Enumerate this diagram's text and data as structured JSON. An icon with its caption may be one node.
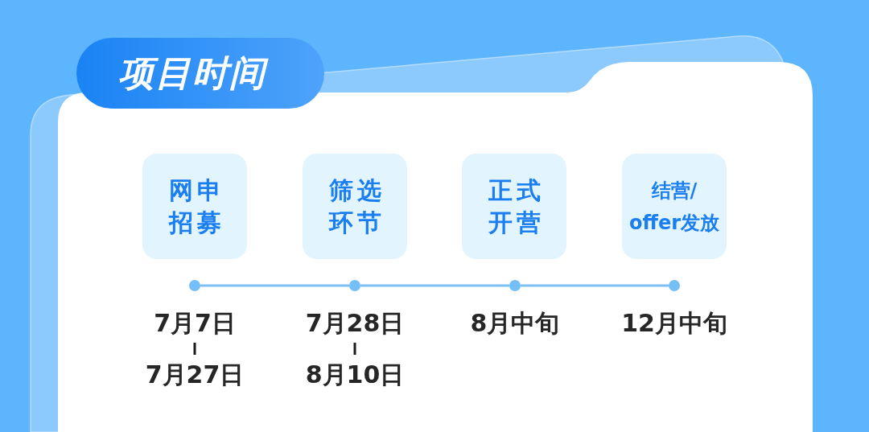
{
  "diagram": {
    "title": "项目时间",
    "nodes": [
      {
        "text": [
          "网申招募"
        ]
      },
      {
        "text": [
          "筛选环节"
        ]
      },
      {
        "text": [
          "正式开营"
        ]
      },
      {
        "text": [
          "结营/offer发放"
        ]
      },
      {
        "text": [],
        "shape": "circle",
        "beside": [
          "7月7日",
          "7月27日"
        ]
      },
      {
        "text": [],
        "shape": "circle",
        "beside": [
          "7月28日",
          "8月10日"
        ]
      },
      {
        "text": [],
        "shape": "circle",
        "beside": [
          "8月中旬"
        ]
      },
      {
        "text": [],
        "shape": "circle",
        "beside": [
          "12月中旬"
        ]
      }
    ],
    "edges": [
      {
        "from": 4,
        "to": 5,
        "arrow": "none"
      },
      {
        "from": 5,
        "to": 6,
        "arrow": "none"
      },
      {
        "from": 6,
        "to": 7,
        "arrow": "none"
      }
    ]
  }
}
